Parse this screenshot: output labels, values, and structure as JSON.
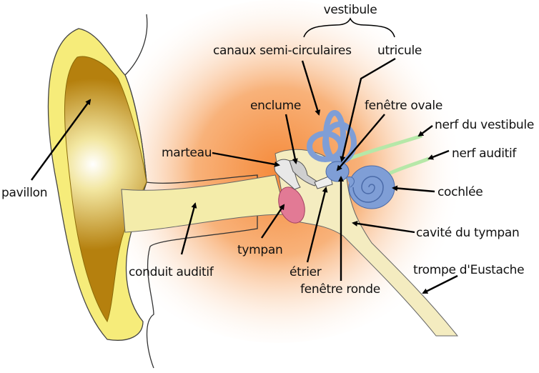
{
  "labels": {
    "vestibule": "vestibule",
    "canaux": "canaux semi-circulaires",
    "utricule": "utricule",
    "enclume": "enclume",
    "fenetre_ovale": "fenêtre ovale",
    "nerf_vestibule": "nerf du vestibule",
    "nerf_auditif": "nerf auditif",
    "marteau": "marteau",
    "cochlee": "cochlée",
    "pavillon": "pavillon",
    "cavite_tympan": "cavité du tympan",
    "tympan": "tympan",
    "conduit_auditif": "conduit auditif",
    "etrier": "étrier",
    "trompe": "trompe d'Eustache",
    "fenetre_ronde": "fenêtre ronde"
  },
  "colors": {
    "background_glow": "#f7a055",
    "pinna": "#f5ea7a",
    "pinna_inner": "#b8860b",
    "inner_ear": "#7f9ed6",
    "eardrum": "#e27a95",
    "nerve": "#b6e8a8"
  }
}
